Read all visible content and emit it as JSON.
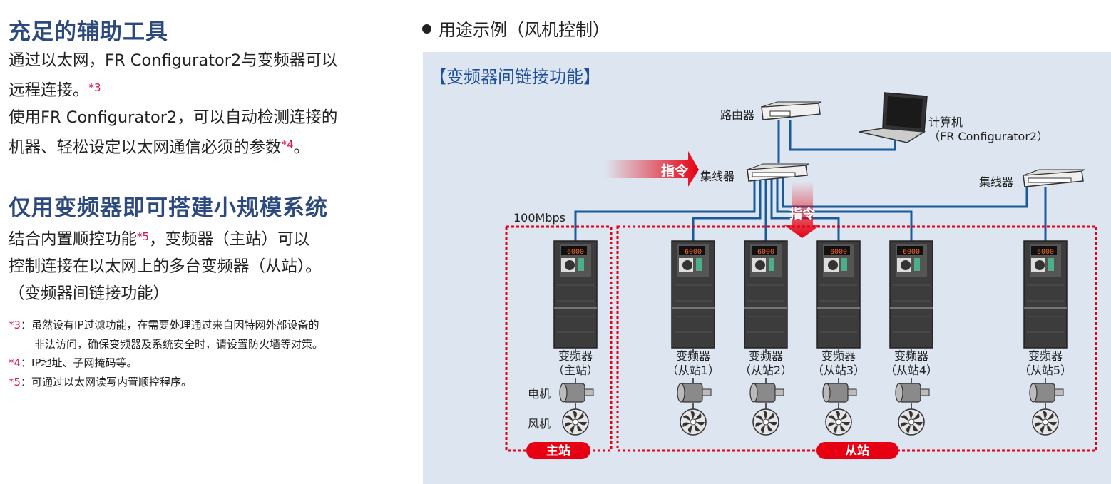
{
  "left": {
    "h1": "充足的辅助工具",
    "p1_a": "通过以太网，FR Configurator2与变频器可以",
    "p1_b": "远程连接。",
    "p1_ref": "*3",
    "p2_a": "使用FR Configurator2，可以自动检测连接的",
    "p2_b": "机器、轻松设定以太网通信必须的参数",
    "p2_ref": "*4",
    "p2_end": "。",
    "h2": "仅用变频器即可搭建小规模系统",
    "p3_a": "结合内置顺控功能",
    "p3_ref": "*5",
    "p3_b": "，变频器（主站）可以",
    "p4": "控制连接在以太网上的多台变频器（从站）。",
    "p5": "（变频器间链接功能）",
    "notes": [
      {
        "mark": "*3",
        "text": "：虽然设有IP过滤功能，在需要处理通过来自因特网外部设备的"
      },
      {
        "mark": "",
        "text": "非法访问，确保变频器及系统安全时，请设置防火墙等对策。"
      },
      {
        "mark": "*4",
        "text": "：IP地址、子网掩码等。"
      },
      {
        "mark": "*5",
        "text": "：可通过以太网读写内置顺控程序。"
      }
    ]
  },
  "right": {
    "title": "用途示例（风机控制）",
    "panel_title": "【变频器间链接功能】",
    "router": "路由器",
    "computer_a": "计算机",
    "computer_b": "（FR Configurator2）",
    "hub1": "集线器",
    "hub2": "集线器",
    "command_h": "指令",
    "command_v": "指令",
    "speed": "100Mbps",
    "display": "6000",
    "master_label": "主站",
    "slave_label": "从站",
    "motor_label": "电机",
    "fan_label": "风机",
    "inverter_word": "变频器",
    "inverters": [
      "（主站）",
      "（从站1）",
      "（从站2）",
      "（从站3）",
      "（从站4）",
      "（从站5）"
    ]
  },
  "colors": {
    "heading": "#2c4a7e",
    "accent": "#d4145a",
    "panel": "#dde5f0",
    "line": "#1a5a9a",
    "red": "#e60012"
  }
}
